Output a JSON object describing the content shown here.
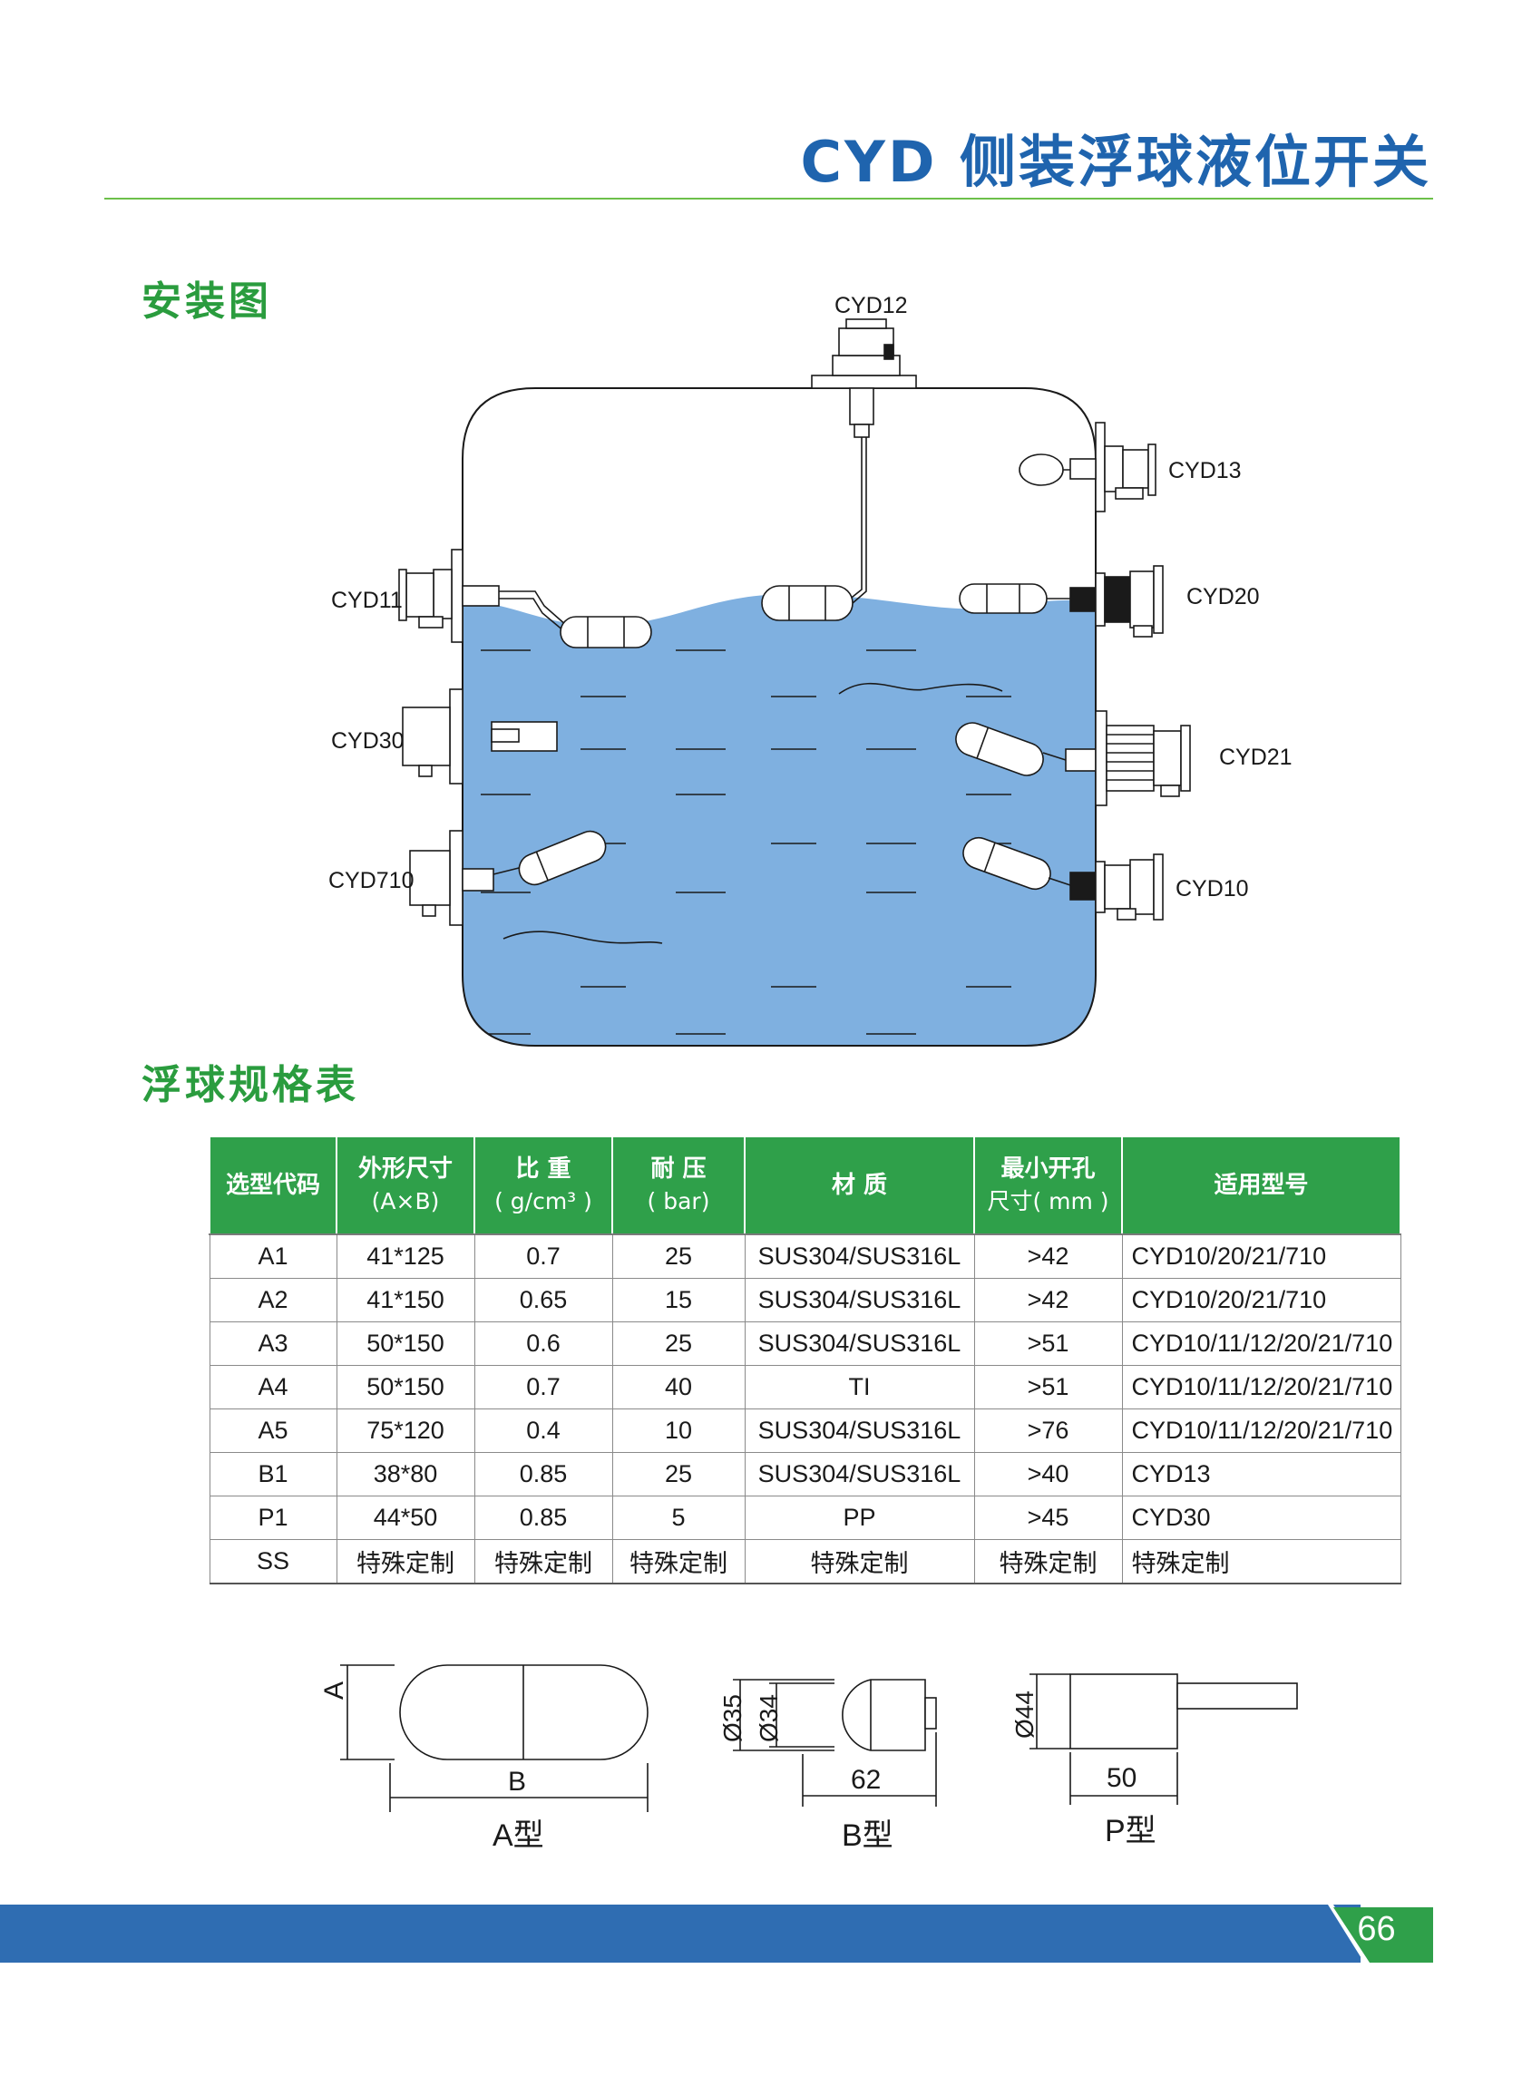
{
  "header": {
    "title": "CYD 侧装浮球液位开关"
  },
  "install": {
    "heading": "安装图",
    "labels": {
      "cyd12": "CYD12",
      "cyd13": "CYD13",
      "cyd11": "CYD11",
      "cyd20": "CYD20",
      "cyd30": "CYD30",
      "cyd21": "CYD21",
      "cyd710": "CYD710",
      "cyd10": "CYD10"
    },
    "colors": {
      "liquid": "#7fb0e0",
      "outline": "#1a1a1a"
    }
  },
  "spec": {
    "heading": "浮球规格表",
    "columns": [
      {
        "main": "选型代码",
        "sub": ""
      },
      {
        "main": "外形尺寸",
        "sub": "(A×B)"
      },
      {
        "main": "比 重",
        "sub": "( g/cm³ )"
      },
      {
        "main": "耐 压",
        "sub": "( bar)"
      },
      {
        "main": "材 质",
        "sub": ""
      },
      {
        "main": "最小开孔",
        "sub": "尺寸( mm )"
      },
      {
        "main": "适用型号",
        "sub": ""
      }
    ],
    "rows": [
      [
        "A1",
        "41*125",
        "0.7",
        "25",
        "SUS304/SUS316L",
        ">42",
        "CYD10/20/21/710"
      ],
      [
        "A2",
        "41*150",
        "0.65",
        "15",
        "SUS304/SUS316L",
        ">42",
        "CYD10/20/21/710"
      ],
      [
        "A3",
        "50*150",
        "0.6",
        "25",
        "SUS304/SUS316L",
        ">51",
        "CYD10/11/12/20/21/710"
      ],
      [
        "A4",
        "50*150",
        "0.7",
        "40",
        "TI",
        ">51",
        "CYD10/11/12/20/21/710"
      ],
      [
        "A5",
        "75*120",
        "0.4",
        "10",
        "SUS304/SUS316L",
        ">76",
        "CYD10/11/12/20/21/710"
      ],
      [
        "B1",
        "38*80",
        "0.85",
        "25",
        "SUS304/SUS316L",
        ">40",
        "CYD13"
      ],
      [
        "P1",
        "44*50",
        "0.85",
        "5",
        "PP",
        ">45",
        "CYD30"
      ],
      [
        "SS",
        "特殊定制",
        "特殊定制",
        "特殊定制",
        "特殊定制",
        "特殊定制",
        "特殊定制"
      ]
    ],
    "colors": {
      "header_bg": "#2fa04a",
      "header_text": "#ffffff"
    }
  },
  "floats": {
    "a": {
      "dim_a": "A",
      "dim_b": "B",
      "caption": "A型"
    },
    "b": {
      "dim_d1": "Ø35",
      "dim_d2": "Ø34",
      "dim_len": "62",
      "caption": "B型"
    },
    "p": {
      "dim_d": "Ø44",
      "dim_len": "50",
      "caption": "P型"
    }
  },
  "footer": {
    "page_number": "66",
    "colors": {
      "bar": "#2f6db2",
      "badge": "#2fa04a"
    }
  }
}
